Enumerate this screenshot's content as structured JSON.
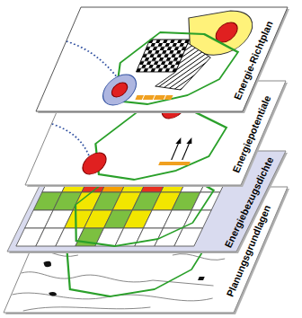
{
  "diagram": {
    "nodes": [
      {
        "text": [
          "Energie-Richtplan"
        ]
      },
      {
        "text": [
          "Energiepotentiale"
        ]
      },
      {
        "text": [
          "Energiebezugsdichte"
        ]
      },
      {
        "text": [
          "Planungsgrundlagen"
        ]
      }
    ]
  }
}
